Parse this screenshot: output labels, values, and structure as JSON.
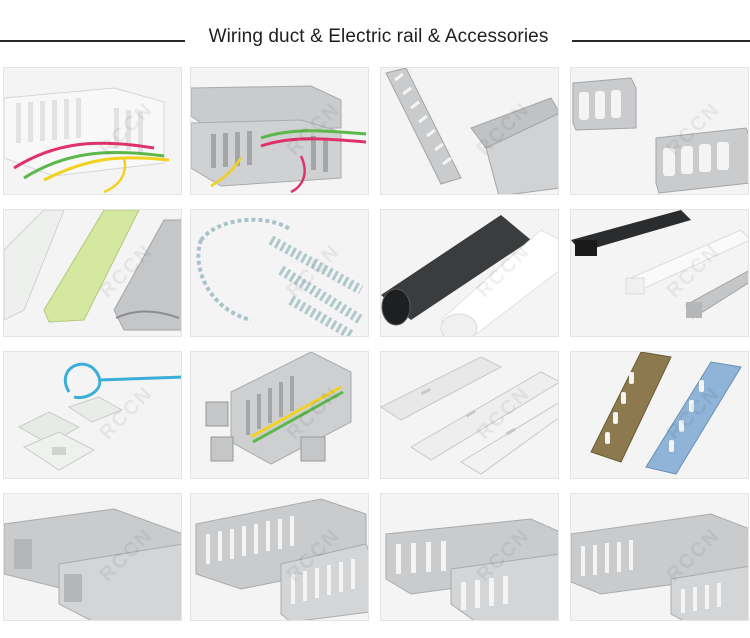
{
  "header": {
    "title": "Wiring duct & Electric rail & Accessories"
  },
  "watermark": "RCCN",
  "colors": {
    "duct_grey": "#c9cbcd",
    "duct_white": "#f2f2f2",
    "wire_red": "#e0326a",
    "wire_yellow": "#f2d21e",
    "wire_green": "#5cb84a",
    "tie_blue": "#3aaed8",
    "rail_silver": "#d8dadc",
    "rail_blue": "#8fb4d8",
    "rail_bronze": "#8c7a4e",
    "floor_green": "#d4e8a0"
  },
  "tiles": [
    {
      "name": "white-slotted-duct-with-wires"
    },
    {
      "name": "grey-slotted-duct-with-wires"
    },
    {
      "name": "grey-open-slot-duct-covers"
    },
    {
      "name": "grey-closed-slot-duct"
    },
    {
      "name": "floor-cable-covers"
    },
    {
      "name": "spiral-wrapping-bands"
    },
    {
      "name": "black-and-white-conduit-pipes"
    },
    {
      "name": "mini-trunking-black-white-grey"
    },
    {
      "name": "cable-tie-mounts"
    },
    {
      "name": "duct-with-wire-clips"
    },
    {
      "name": "white-din-rails"
    },
    {
      "name": "metal-din-rails"
    },
    {
      "name": "grey-solid-trunking"
    },
    {
      "name": "grey-slotted-duct-tall"
    },
    {
      "name": "grey-slotted-duct-pair"
    },
    {
      "name": "grey-slotted-duct-stack"
    }
  ]
}
